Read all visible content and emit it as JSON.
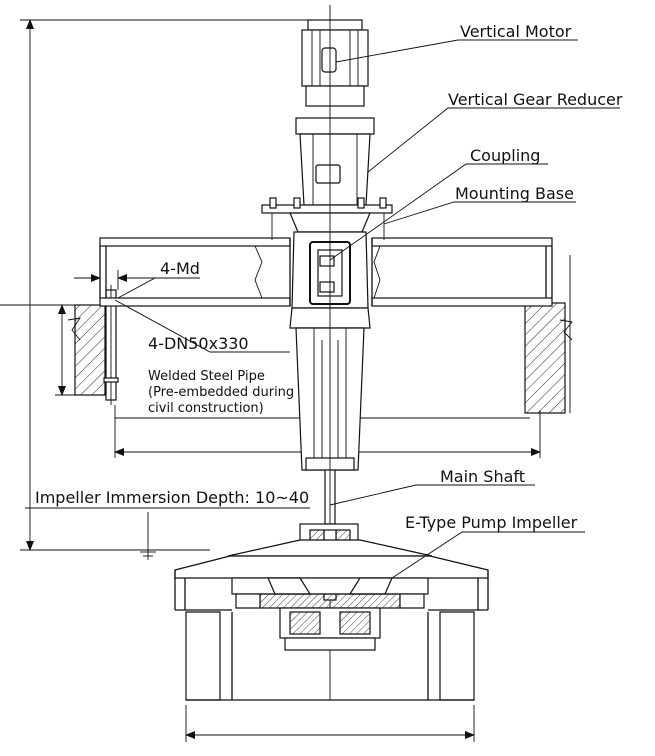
{
  "labels": {
    "vertical_motor": "Vertical Motor",
    "vertical_gear_reducer": "Vertical Gear Reducer",
    "coupling": "Coupling",
    "mounting_base": "Mounting Base",
    "four_md": "4-Md",
    "four_dn": "4-DN50x330",
    "welded_pipe_1": "Welded Steel Pipe",
    "welded_pipe_2": "(Pre-embedded during",
    "welded_pipe_3": "civil construction)",
    "main_shaft": "Main Shaft",
    "immersion_depth": "Impeller Immersion Depth: 10~40",
    "e_type_impeller": "E-Type Pump Impeller"
  },
  "colors": {
    "line": "#111111",
    "background": "#ffffff"
  }
}
